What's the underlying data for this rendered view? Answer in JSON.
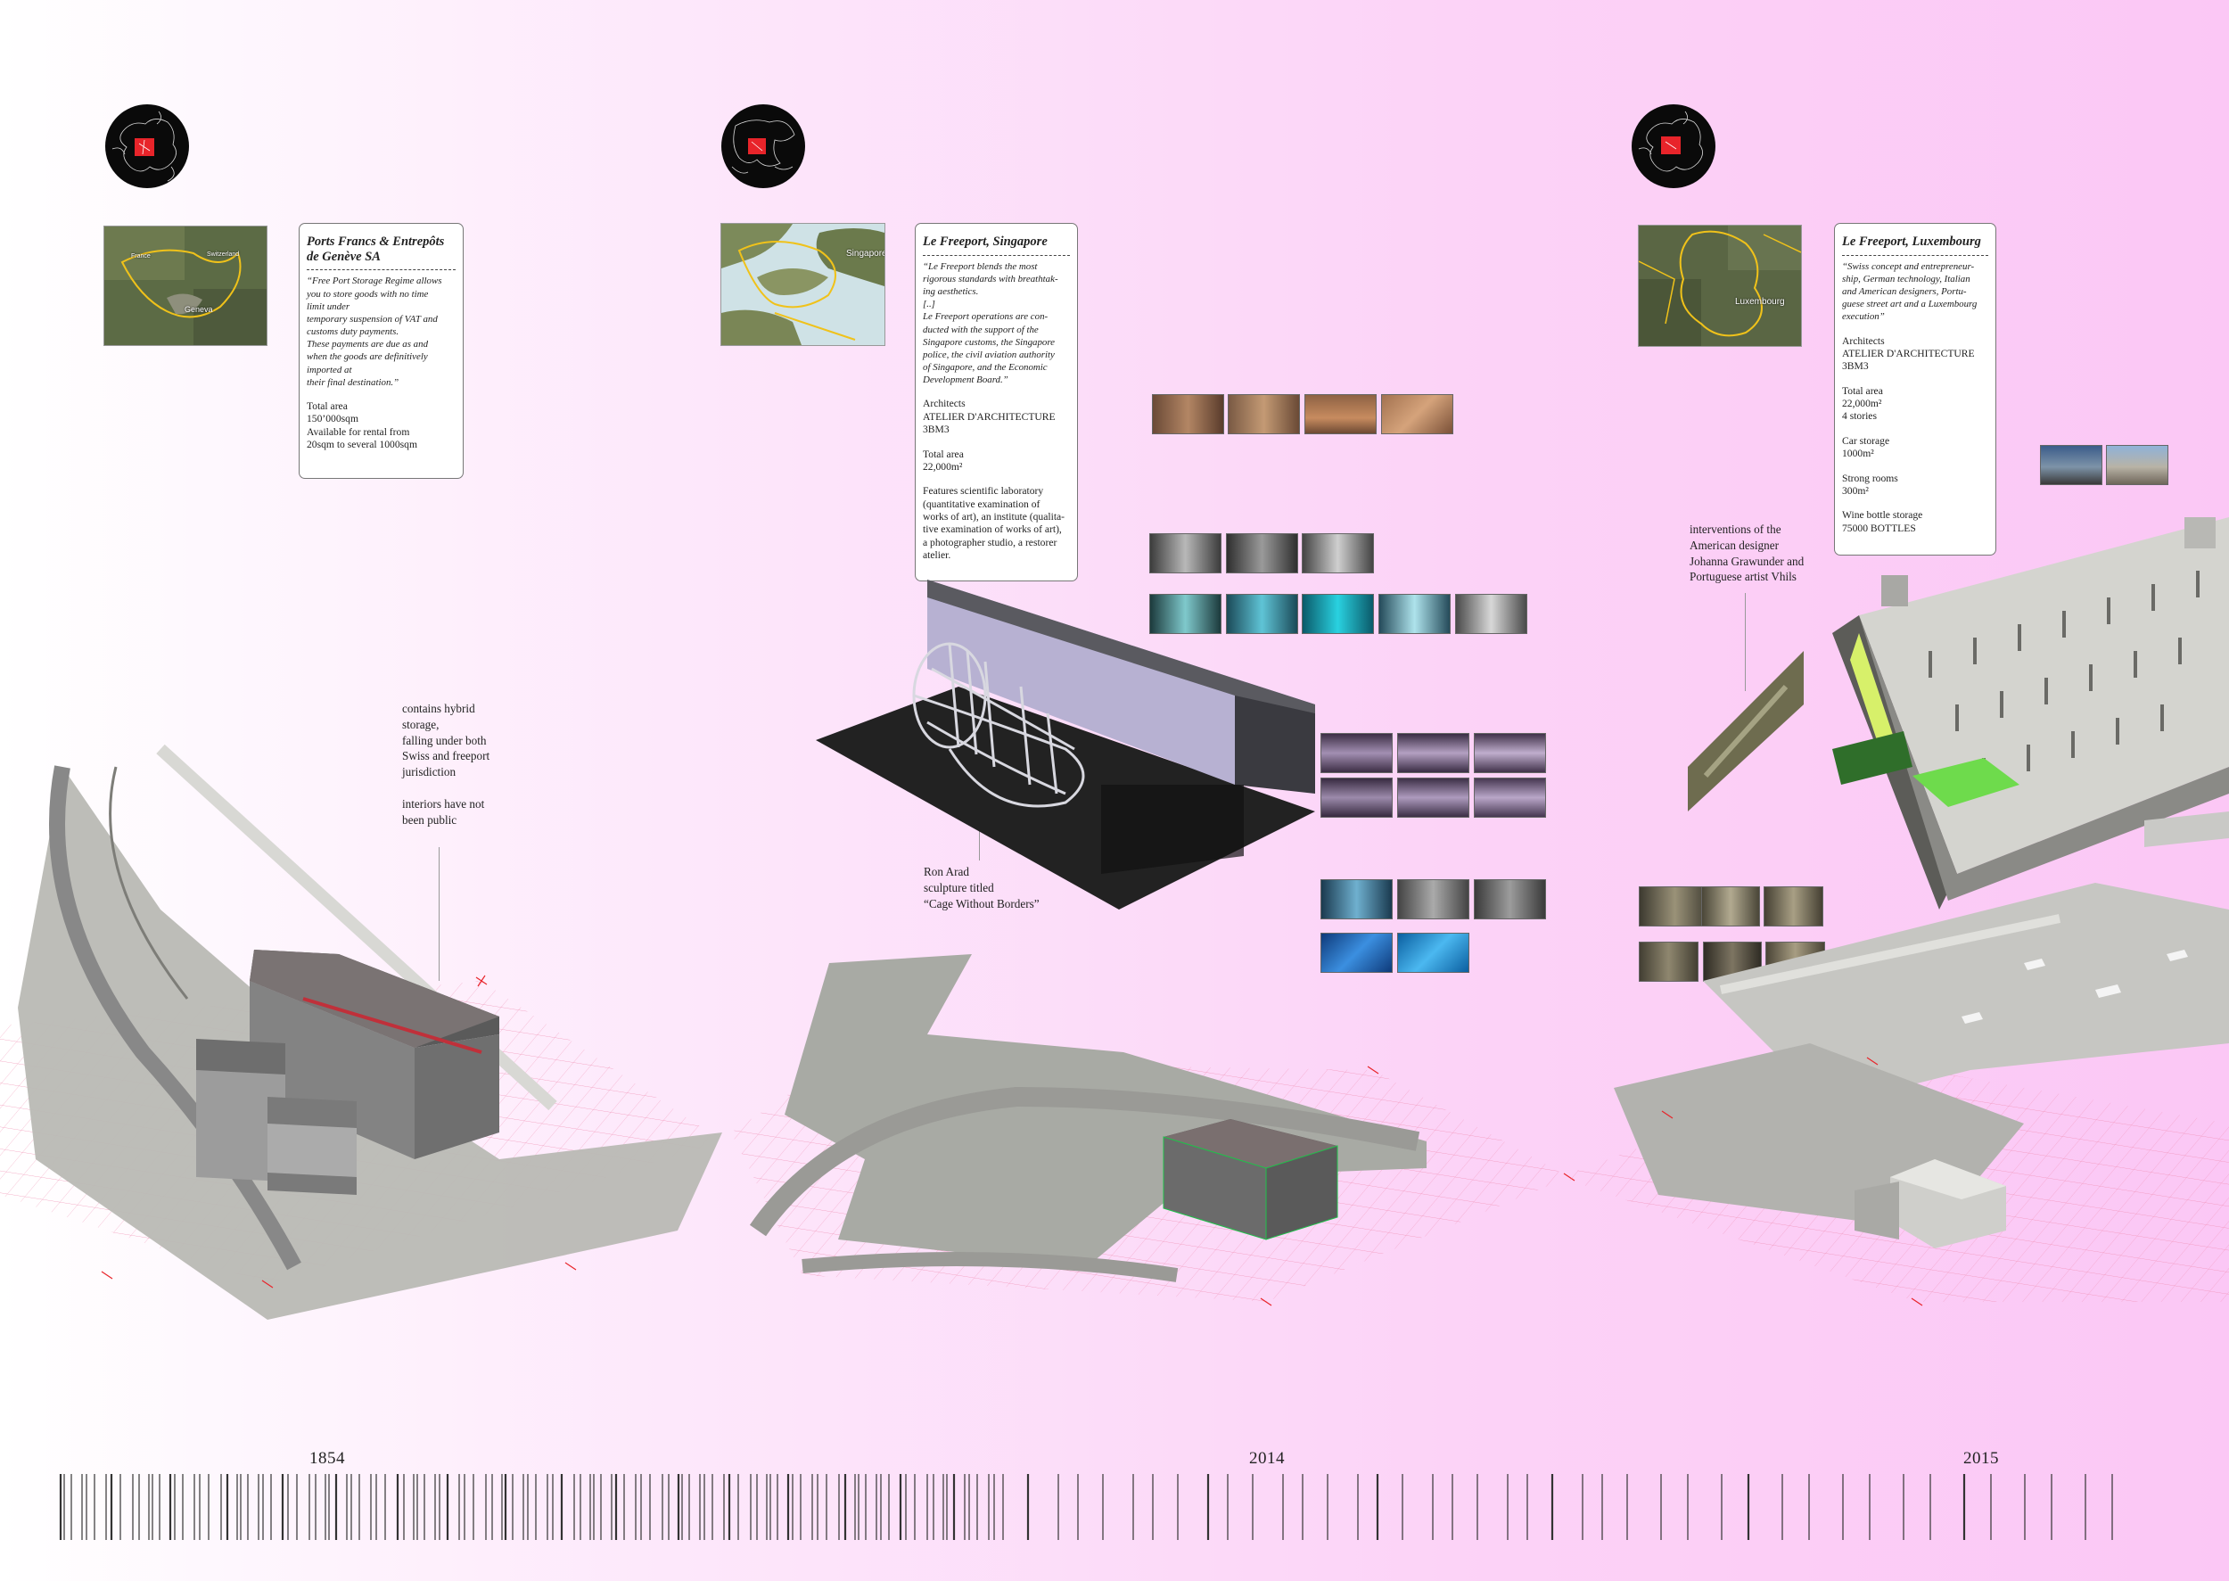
{
  "sites": [
    {
      "map_labels": [
        "Geneva",
        "Switzerland",
        "France"
      ],
      "card": {
        "title": "Ports Francs & Entrepôts de Genève SA",
        "quote": "“Free Port Storage Regime allows\nyou to store goods with no time\nlimit under\ntemporary suspension of VAT and\ncustoms duty payments.\nThese payments are due as and\nwhen the goods are definitively\nimported at\ntheir final destination.”",
        "details": "Total area\n150’000sqm\nAvailable for rental from\n20sqm to several 1000sqm"
      },
      "note": "contains hybrid\nstorage,\nfalling under both\nSwiss and freeport\njurisdiction\n\ninteriors have not\nbeen public"
    },
    {
      "map_labels": [
        "Singapore"
      ],
      "card": {
        "title": "Le Freeport, Singapore",
        "quote": "“Le Freeport blends the most\nrigorous standards with breathtak-\ning aesthetics.\n[..]\nLe Freeport operations are con-\nducted with the support  of the\nSingapore customs, the Singapore\npolice, the civil aviation authority\nof Singapore, and the Economic\nDevelopment Board.”",
        "architects": "Architects\nATELIER D'ARCHITECTURE\n3BM3",
        "area": "Total area\n22,000m²",
        "features": "Features scientific laboratory\n(quantitative examination of\nworks of art), an institute (qualita-\ntive examination of works of art),\na photographer studio, a restorer\natelier."
      },
      "note": "Ron Arad\nsculpture titled\n“Cage Without Borders”"
    },
    {
      "map_labels": [
        "Luxembourg"
      ],
      "card": {
        "title": "Le Freeport, Luxembourg",
        "quote": "“Swiss concept and entrepreneur-\nship, German technology, Italian\nand American designers, Portu-\nguese street art and a Luxembourg\nexecution”",
        "architects": "Architects\nATELIER D'ARCHITECTURE\n3BM3",
        "area": "Total area\n22,000m²\n4 stories",
        "car": "Car storage\n1000m²",
        "strong": "Strong rooms\n300m²",
        "wine": "Wine bottle storage\n75000 BOTTLES"
      },
      "note": "interventions of the\nAmerican designer\nJohanna Grawunder and\nPortuguese artist Vhils"
    }
  ],
  "timeline": {
    "years": [
      "1854",
      "2014",
      "2015"
    ]
  },
  "colors": {
    "accent_red": "#e8242a",
    "card_border": "#777777",
    "background_end": "#fbc7f5"
  }
}
